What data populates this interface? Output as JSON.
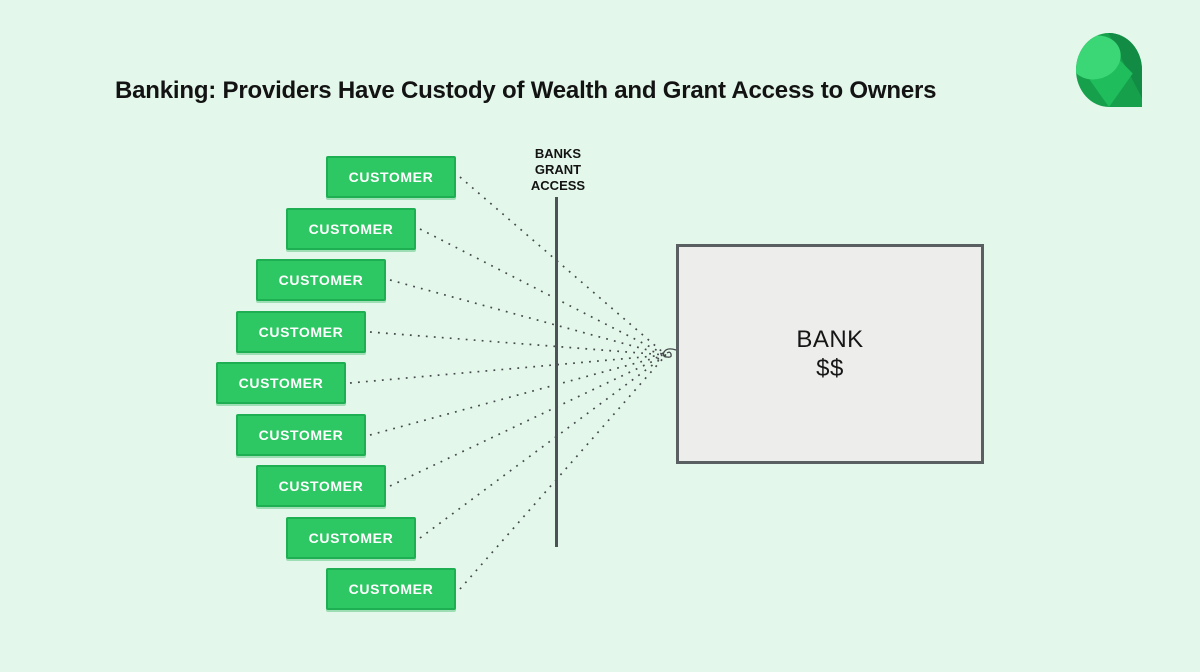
{
  "title": "Banking: Providers Have Custody of Wealth and Grant Access to Owners",
  "divider": {
    "label": "BANKS\nGRANT\nACCESS"
  },
  "customers": [
    {
      "label": "CUSTOMER"
    },
    {
      "label": "CUSTOMER"
    },
    {
      "label": "CUSTOMER"
    },
    {
      "label": "CUSTOMER"
    },
    {
      "label": "CUSTOMER"
    },
    {
      "label": "CUSTOMER"
    },
    {
      "label": "CUSTOMER"
    },
    {
      "label": "CUSTOMER"
    },
    {
      "label": "CUSTOMER"
    }
  ],
  "bank": {
    "name": "BANK",
    "money": "$$"
  },
  "logo": {
    "icon": "faceted-gem-logo"
  },
  "colors": {
    "background": "#e3f8ea",
    "customer_fill": "#2dc763",
    "customer_border": "#1daf52",
    "customer_text": "#ffffff",
    "line": "#45494c",
    "divider": "#4c5256",
    "bank_fill": "#ededec",
    "bank_border": "#5a5f62",
    "title_text": "#131313",
    "logo_green_light": "#3bd675",
    "logo_green_mid": "#1fbd5c",
    "logo_green_dark": "#128c45"
  }
}
